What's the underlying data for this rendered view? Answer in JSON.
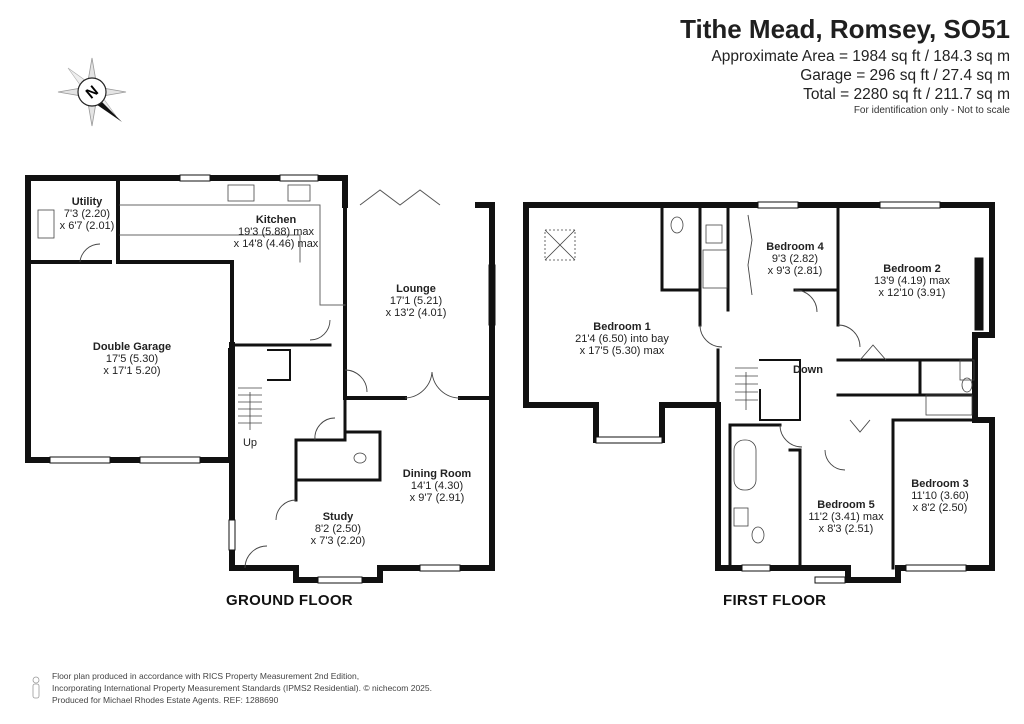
{
  "header": {
    "title": "Tithe Mead, Romsey, SO51",
    "area_line": "Approximate Area = 1984 sq ft / 184.3 sq m",
    "garage_line": "Garage = 296 sq ft / 27.4 sq m",
    "total_line": "Total = 2280 sq ft / 211.7 sq m",
    "note": "For identification only - Not to scale"
  },
  "compass": {
    "label": "N",
    "icon": "compass-rose-icon"
  },
  "ground_floor": {
    "label": "GROUND FLOOR",
    "rooms": {
      "utility": {
        "name": "Utility",
        "dim1": "7'3 (2.20)",
        "dim2": "x 6'7 (2.01)"
      },
      "kitchen": {
        "name": "Kitchen",
        "dim1": "19'3 (5.88) max",
        "dim2": "x 14'8 (4.46) max"
      },
      "lounge": {
        "name": "Lounge",
        "dim1": "17'1 (5.21)",
        "dim2": "x 13'2 (4.01)"
      },
      "garage": {
        "name": "Double Garage",
        "dim1": "17'5 (5.30)",
        "dim2": "x 17'1 5.20)"
      },
      "dining": {
        "name": "Dining Room",
        "dim1": "14'1 (4.30)",
        "dim2": "x 9'7 (2.91)"
      },
      "study": {
        "name": "Study",
        "dim1": "8'2 (2.50)",
        "dim2": "x 7'3 (2.20)"
      }
    },
    "stairs_label": "Up"
  },
  "first_floor": {
    "label": "FIRST FLOOR",
    "rooms": {
      "bedroom1": {
        "name": "Bedroom 1",
        "dim1": "21'4 (6.50) into bay",
        "dim2": "x 17'5 (5.30) max"
      },
      "bedroom4": {
        "name": "Bedroom 4",
        "dim1": "9'3 (2.82)",
        "dim2": "x 9'3 (2.81)"
      },
      "bedroom2": {
        "name": "Bedroom 2",
        "dim1": "13'9 (4.19) max",
        "dim2": "x 12'10 (3.91)"
      },
      "bedroom5": {
        "name": "Bedroom 5",
        "dim1": "11'2 (3.41) max",
        "dim2": "x 8'3 (2.51)"
      },
      "bedroom3": {
        "name": "Bedroom 3",
        "dim1": "11'10 (3.60)",
        "dim2": "x 8'2 (2.50)"
      }
    },
    "stairs_label": "Down"
  },
  "footer": {
    "line1": "Floor plan produced in accordance with RICS Property Measurement 2nd Edition,",
    "line2": "Incorporating International Property Measurement Standards (IPMS2 Residential).  © nichecom 2025.",
    "line3": "Produced for Michael Rhodes Estate Agents.   REF: 1288690"
  },
  "colors": {
    "wall": "#111111",
    "window": "#ffffff",
    "thin": "#555555"
  }
}
